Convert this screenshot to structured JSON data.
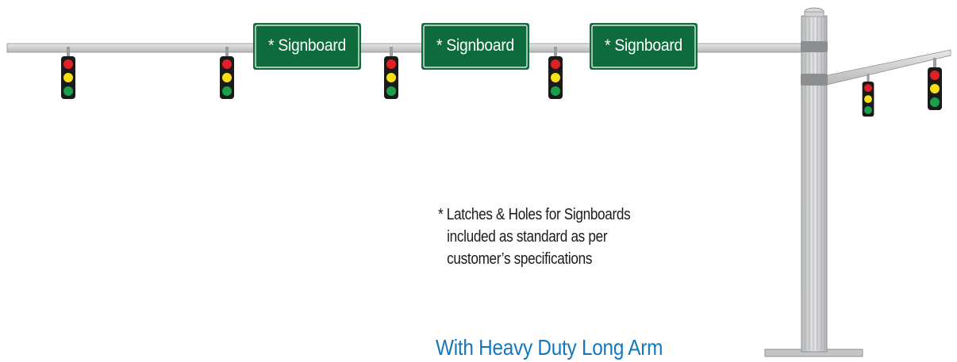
{
  "signboards": [
    {
      "label": "* Signboard"
    },
    {
      "label": "* Signboard"
    },
    {
      "label": "* Signboard"
    }
  ],
  "note": {
    "line1": "* Latches & Holes for Signboards",
    "line2": "included as standard as per",
    "line3": "customer’s specifications"
  },
  "caption": "With Heavy Duty Long Arm",
  "colors": {
    "sign_green": "#0e6b3b",
    "pole_gray": "#c9cbcc",
    "lamp_red": "#e01f26",
    "lamp_yellow": "#f7e017",
    "lamp_green": "#1aa04a",
    "caption_blue": "#1477be"
  }
}
